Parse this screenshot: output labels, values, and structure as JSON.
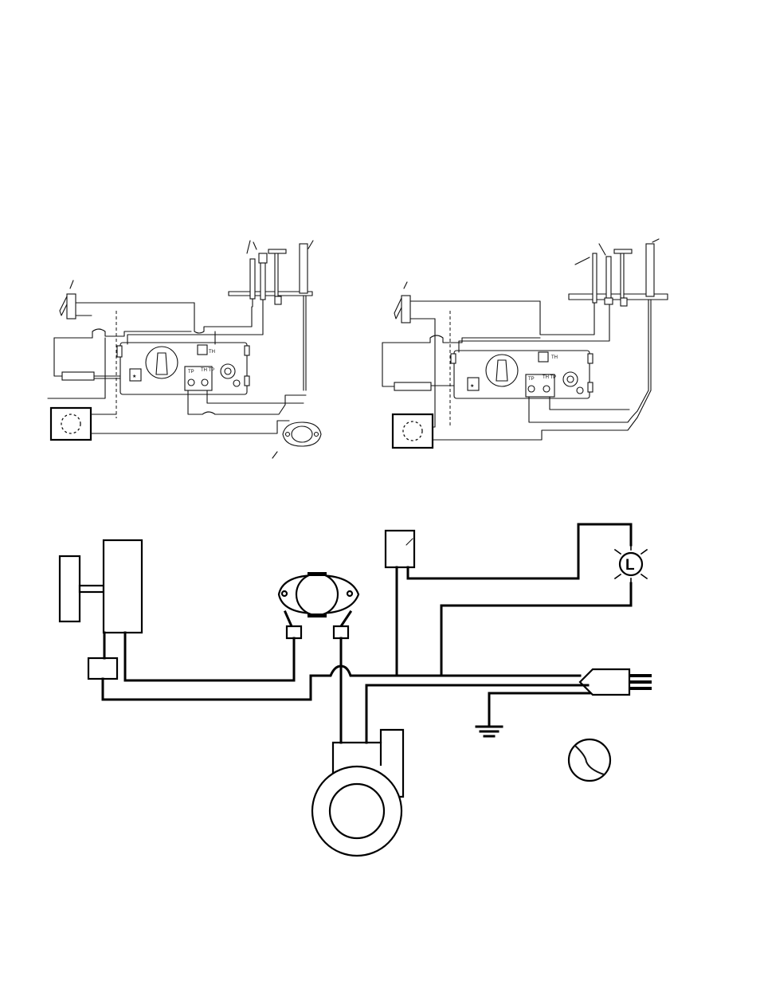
{
  "diagram_left": {
    "terminals": {
      "tp": "TP",
      "th_tp": "TH TP",
      "th": "TH"
    }
  },
  "diagram_right": {
    "terminals": {
      "tp": "TP",
      "th_tp": "TH TP",
      "th": "TH"
    }
  },
  "wiring": {
    "light_symbol": "L"
  }
}
